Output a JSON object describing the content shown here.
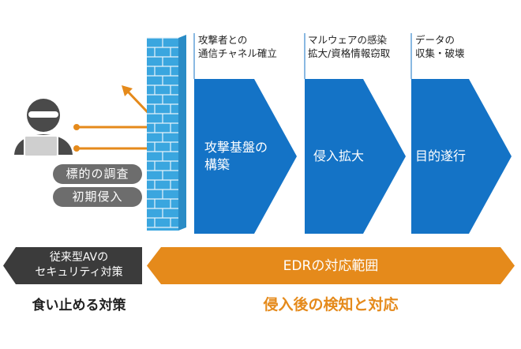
{
  "attacker": {
    "pills": [
      "標的の調査",
      "初期侵入"
    ]
  },
  "phases": [
    {
      "caption_lines": [
        "攻撃者との",
        "通信チャネル確立"
      ],
      "label_lines": [
        "攻撃基盤の",
        "構築"
      ]
    },
    {
      "caption_lines": [
        "マルウェアの感染",
        "拡大/資格情報窃取"
      ],
      "label_lines": [
        "侵入拡大"
      ]
    },
    {
      "caption_lines": [
        "データの",
        "収集・破壊"
      ],
      "label_lines": [
        "目的遂行"
      ]
    }
  ],
  "left_band": {
    "lines": [
      "従来型AVの",
      "セキュリティ対策"
    ],
    "caption": "食い止める対策"
  },
  "right_band": {
    "label": "EDRの対応範囲",
    "caption": "侵入後の検知と対応"
  },
  "colors": {
    "blue": "#1473c6",
    "orange": "#e58a1b",
    "dark_gray": "#3b3b3b",
    "mid_gray": "#6d6d6d",
    "wall_blue": "#3aa6df",
    "brick_line": "#e6f3fb"
  }
}
